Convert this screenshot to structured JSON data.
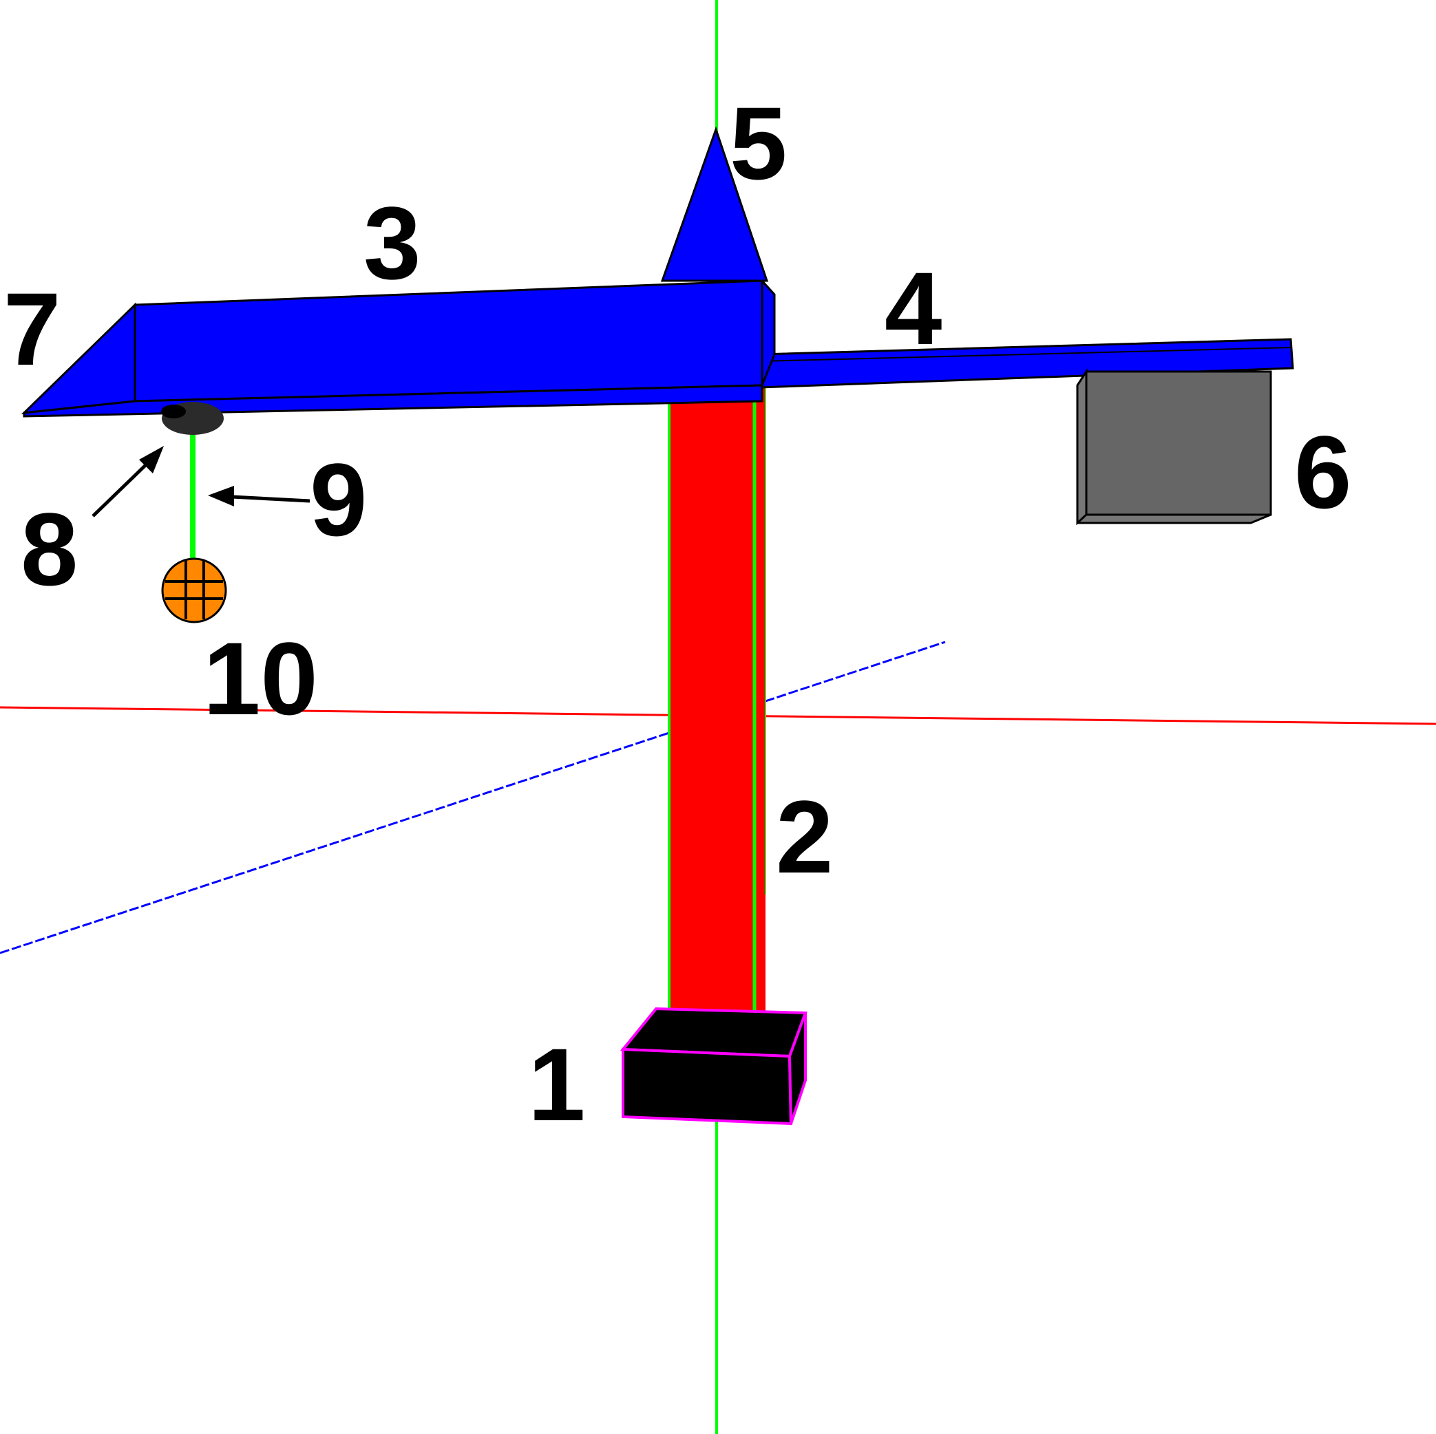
{
  "colors": {
    "background": "#ffffff",
    "base": "#000000",
    "base_outline": "#ff00ff",
    "mast": "#ff0000",
    "mast_edge": "#00ff00",
    "jib": "#0000ff",
    "counterweight": "#666666",
    "trolley": "#2b2b2b",
    "hook_cable": "#00ff00",
    "hook_ball": "#ff8800",
    "axis_x": "#ff0000",
    "axis_y": "#00ff00",
    "axis_z": "#0000ff",
    "label": "#000000"
  },
  "labels": {
    "base": "1",
    "mast": "2",
    "jib_front": "3",
    "jib_back": "4",
    "apex": "5",
    "counterweight": "6",
    "jib_tip": "7",
    "trolley": "8",
    "cable": "9",
    "hook": "10"
  }
}
